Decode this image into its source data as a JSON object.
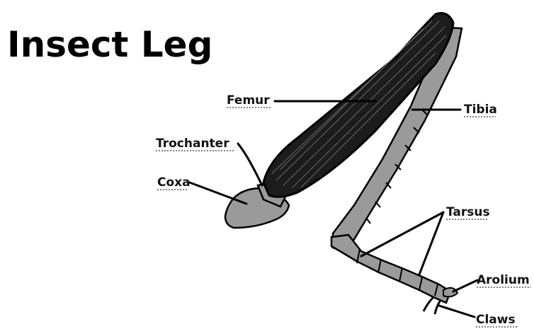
{
  "title": "Insect Leg",
  "labels": {
    "femur": "Femur",
    "tibia": "Tibia",
    "trochanter": "Trochanter",
    "coxa": "Coxa",
    "tarsus": "Tarsus",
    "arolium": "Arolium",
    "claws": "Claws"
  },
  "colors": {
    "leg_fill": "#9a9a9a",
    "femur_fill": "#1c1c1c",
    "outline": "#000000"
  }
}
